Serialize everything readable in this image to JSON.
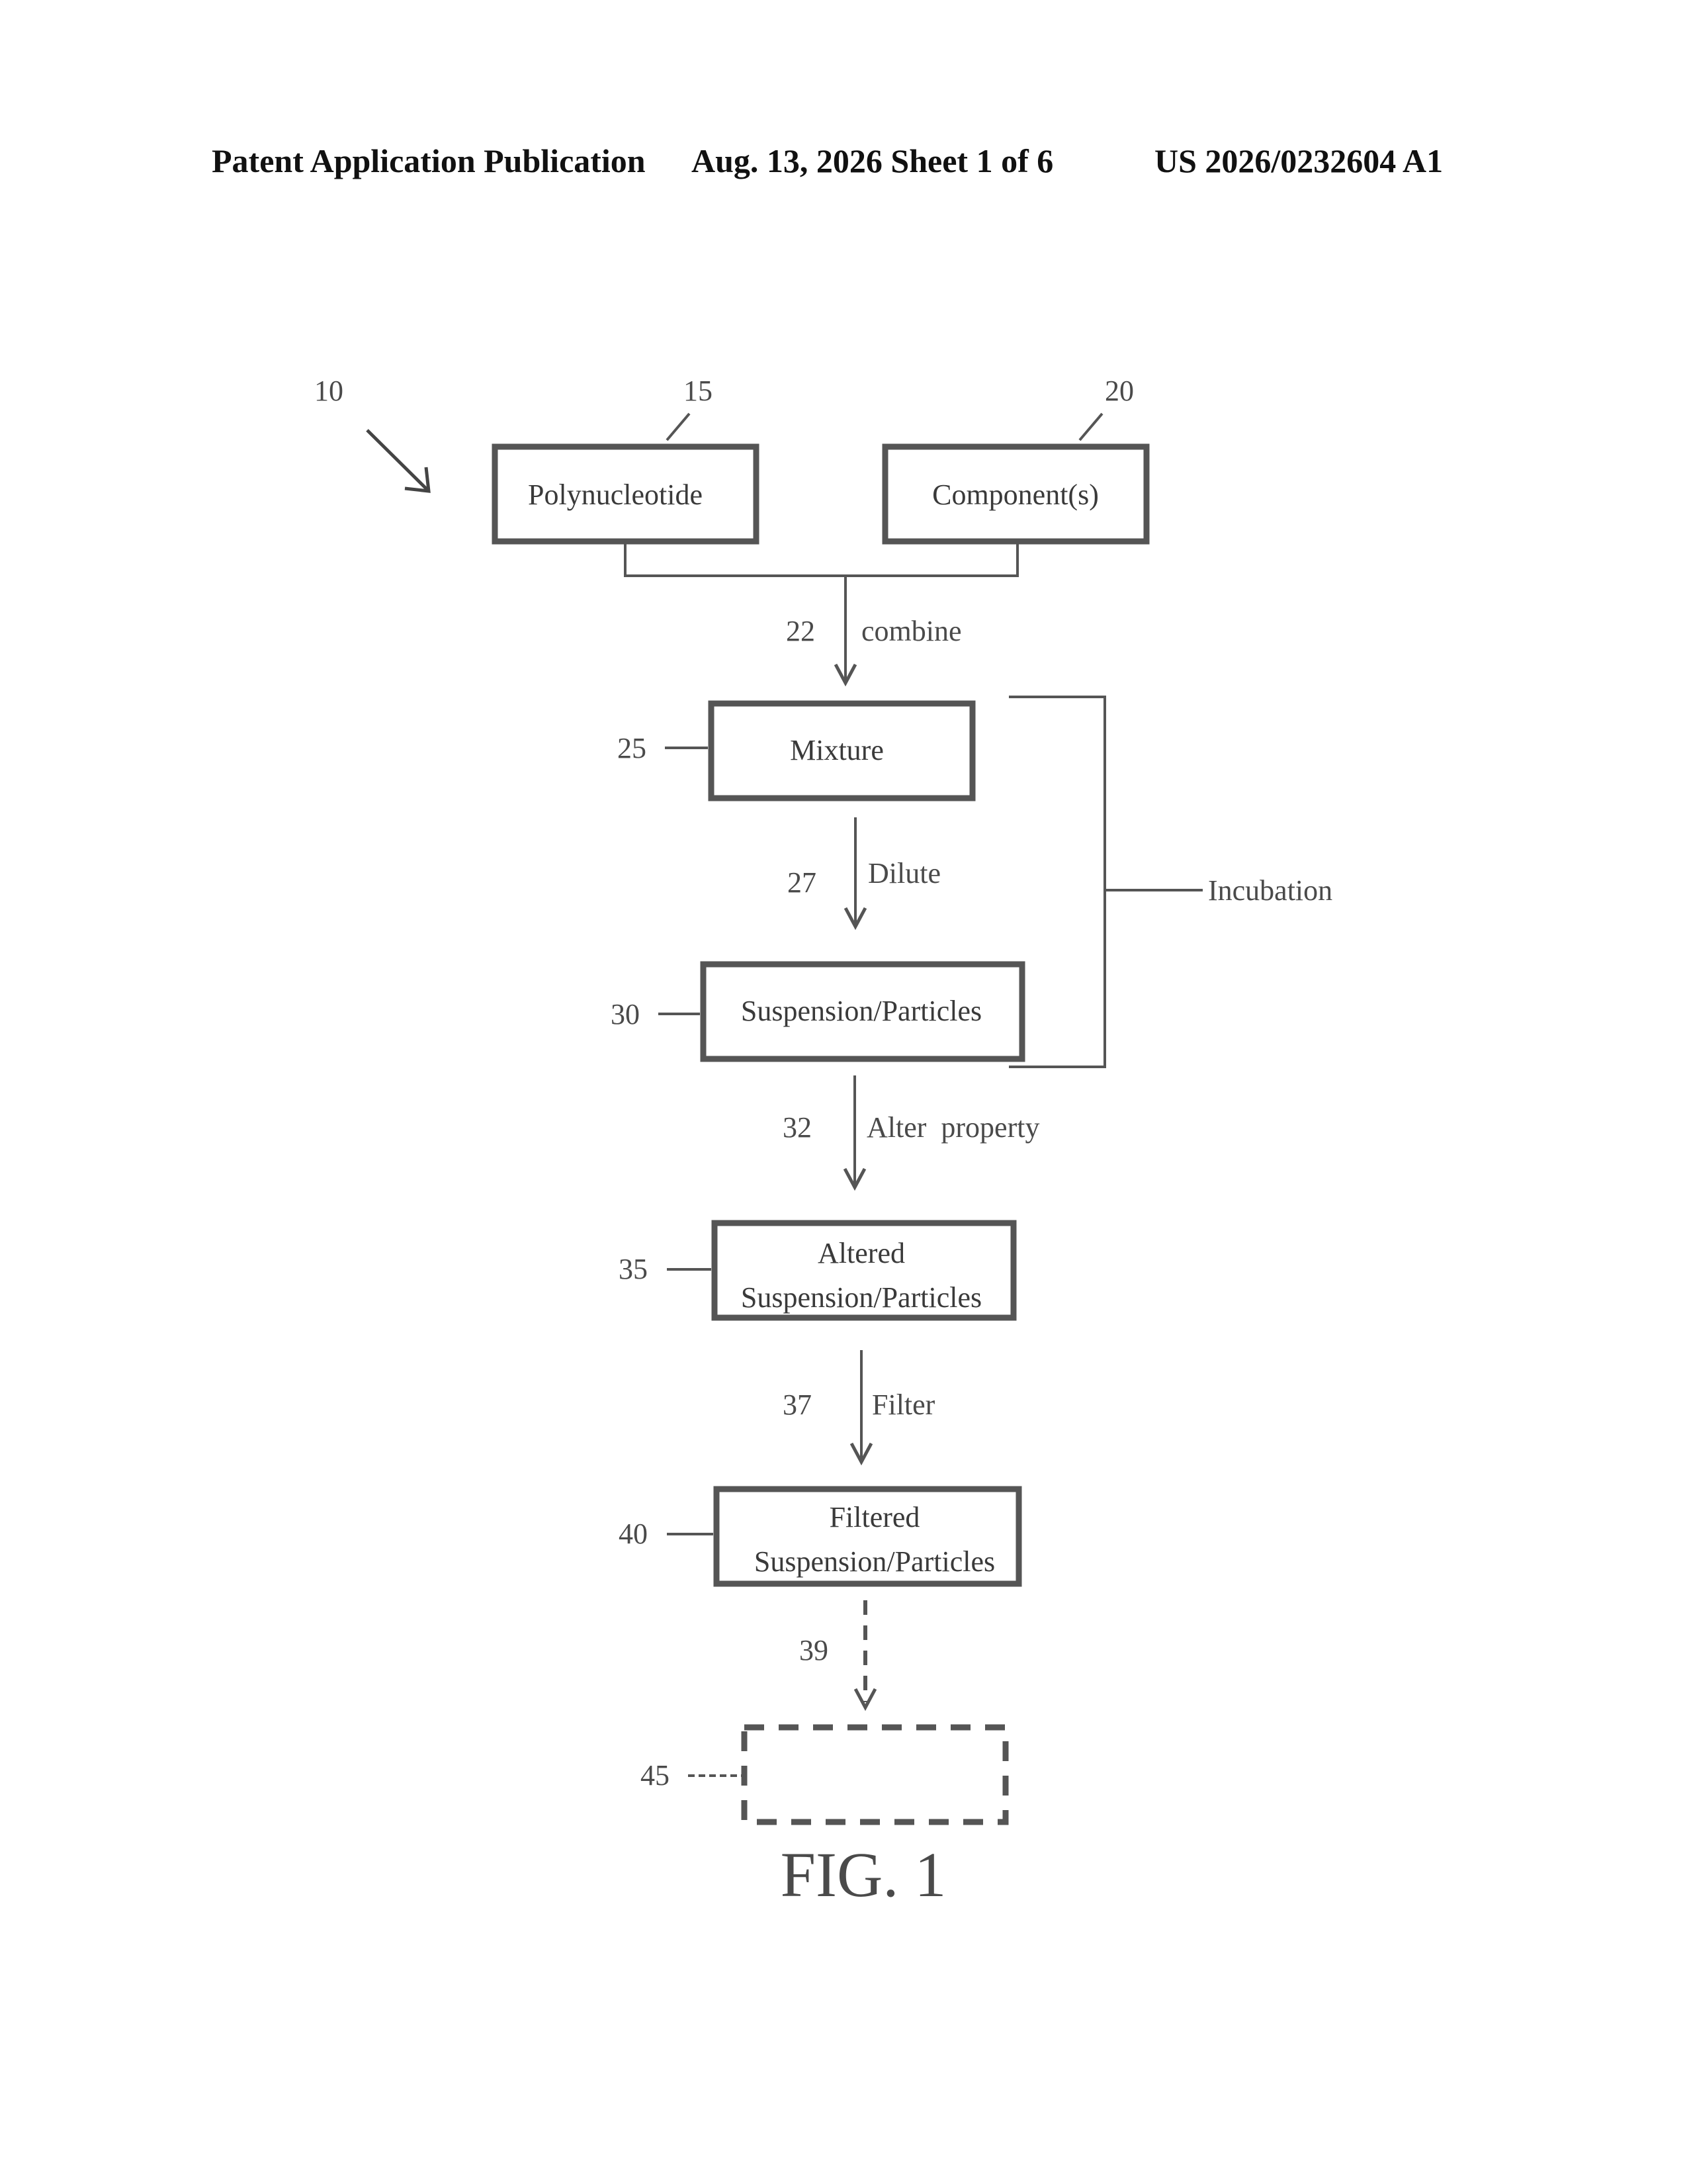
{
  "header": {
    "publication": "Patent Application Publication",
    "date_sheet": "Aug. 13, 2026  Sheet 1 of 6",
    "number": "US 2026/0232604 A1"
  },
  "diagram": {
    "ref_overall": "10",
    "nodes": {
      "polynucleotide": {
        "ref": "15",
        "label": "Polynucleotide"
      },
      "components": {
        "ref": "20",
        "label": "Component(s)"
      },
      "mixture": {
        "ref": "25",
        "label": "Mixture"
      },
      "suspension": {
        "ref": "30",
        "label": "Suspension/Particles"
      },
      "altered": {
        "ref": "35",
        "line1": "Altered",
        "line2": "Suspension/Particles"
      },
      "filtered": {
        "ref": "40",
        "line1": "Filtered",
        "line2": "Suspension/Particles"
      },
      "optional": {
        "ref": "45"
      }
    },
    "steps": {
      "combine": {
        "ref": "22",
        "label": "combine"
      },
      "dilute": {
        "ref": "27",
        "label": "Dilute"
      },
      "alter": {
        "ref": "32",
        "label": "Alter  property"
      },
      "filter": {
        "ref": "37",
        "label": "Filter"
      },
      "optional_step": {
        "ref": "39"
      }
    },
    "incubation": "Incubation",
    "figure_label": "FIG. 1"
  }
}
